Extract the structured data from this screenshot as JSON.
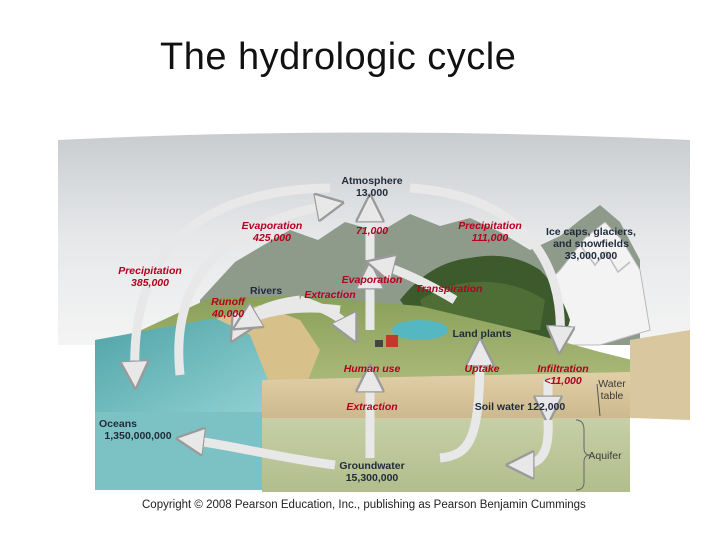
{
  "title": "The hydrologic cycle",
  "labels": {
    "atmosphere": "Atmosphere",
    "atmosphere_value": "13,000",
    "evaporation_ocean": "Evaporation",
    "evaporation_ocean_value": "425,000",
    "atm_to_land": "71,000",
    "precipitation_land": "Precipitation",
    "precipitation_land_value": "111,000",
    "ice_caps_line1": "Ice caps, glaciers,",
    "ice_caps_line2": "and snowfields",
    "ice_caps_value": "33,000,000",
    "precipitation_ocean": "Precipitation",
    "precipitation_ocean_value": "385,000",
    "evaporation_land": "Evaporation",
    "rivers": "Rivers",
    "extraction_surface": "Extraction",
    "transpiration": "Transpiration",
    "runoff": "Runoff",
    "runoff_value": "40,000",
    "land_plants": "Land plants",
    "human_use": "Human use",
    "uptake": "Uptake",
    "infiltration": "Infiltration",
    "infiltration_value": "<11,000",
    "water_table_line1": "Water",
    "water_table_line2": "table",
    "extraction_ground": "Extraction",
    "soil_water": "Soil water 122,000",
    "oceans": "Oceans",
    "oceans_value": "1,350,000,000",
    "aquifer": "Aquifer",
    "groundwater": "Groundwater",
    "groundwater_value": "15,300,000"
  },
  "copyright": "Copyright © 2008 Pearson Education, Inc., publishing as Pearson Benjamin Cummings",
  "colors": {
    "label_red": "#b3001f",
    "label_dark": "#1f2a3a",
    "arrow": "#e4e4e4",
    "ocean": "#6fb8bb",
    "soil": "#d7c39a",
    "aquifer": "#bcc79a"
  }
}
